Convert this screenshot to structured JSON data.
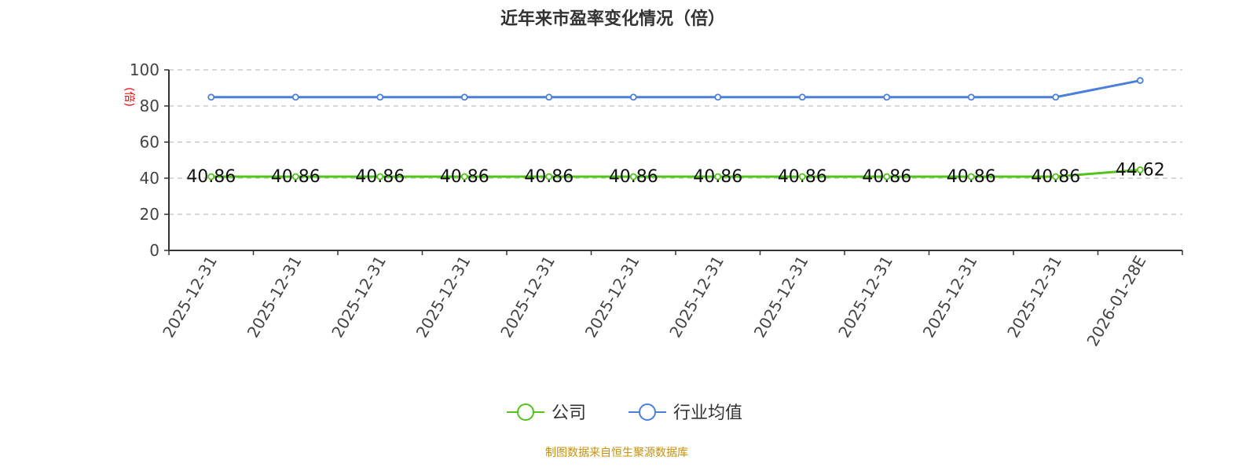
{
  "chart_data": {
    "type": "line",
    "title": "近年来市盈率变化情况（倍）",
    "ylabel": "(倍)",
    "xlabel": "",
    "ylim": [
      0,
      100
    ],
    "yticks": [
      0,
      20,
      40,
      60,
      80,
      100
    ],
    "grid": true,
    "legend_position": "bottom",
    "categories": [
      "2025-12-31",
      "2025-12-31",
      "2025-12-31",
      "2025-12-31",
      "2025-12-31",
      "2025-12-31",
      "2025-12-31",
      "2025-12-31",
      "2025-12-31",
      "2025-12-31",
      "2025-12-31",
      "2026-01-28E"
    ],
    "series": [
      {
        "name": "公司",
        "color": "#52c41a",
        "show_labels": true,
        "values": [
          40.86,
          40.86,
          40.86,
          40.86,
          40.86,
          40.86,
          40.86,
          40.86,
          40.86,
          40.86,
          40.86,
          44.62
        ]
      },
      {
        "name": "行业均值",
        "color": "#4a7fdc",
        "show_labels": false,
        "values": [
          84.9,
          84.9,
          84.9,
          84.9,
          84.9,
          84.9,
          84.9,
          84.9,
          84.9,
          84.9,
          84.9,
          94.1
        ]
      }
    ]
  },
  "source": "制图数据来自恒生聚源数据库"
}
